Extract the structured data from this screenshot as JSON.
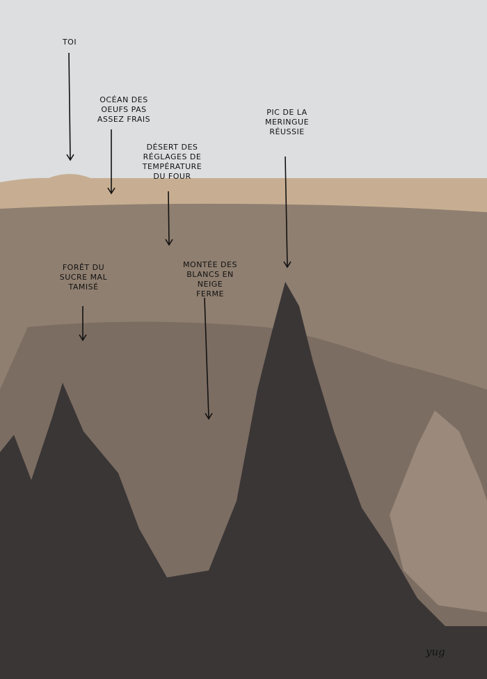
{
  "labels": {
    "toi": "TOI",
    "ocean": "OCÉAN DES OEUFS PAS ASSEZ FRAIS",
    "desert": "DÉSERT DES RÉGLAGES DE TEMPÉRATURE DU FOUR",
    "pic": "PIC DE LA MERINGUE RÉUSSIE",
    "foret": "FORÊT DU SUCRE MAL TAMISÉ",
    "montee": "MONTÉE DES BLANCS EN NEIGE FERME"
  },
  "signature": "yug",
  "colors": {
    "sky": "#dcdee0",
    "horizon": "#c7ae92",
    "plain": "#8f7f70",
    "mid": "#7c6d62",
    "dark": "#3a3636"
  }
}
